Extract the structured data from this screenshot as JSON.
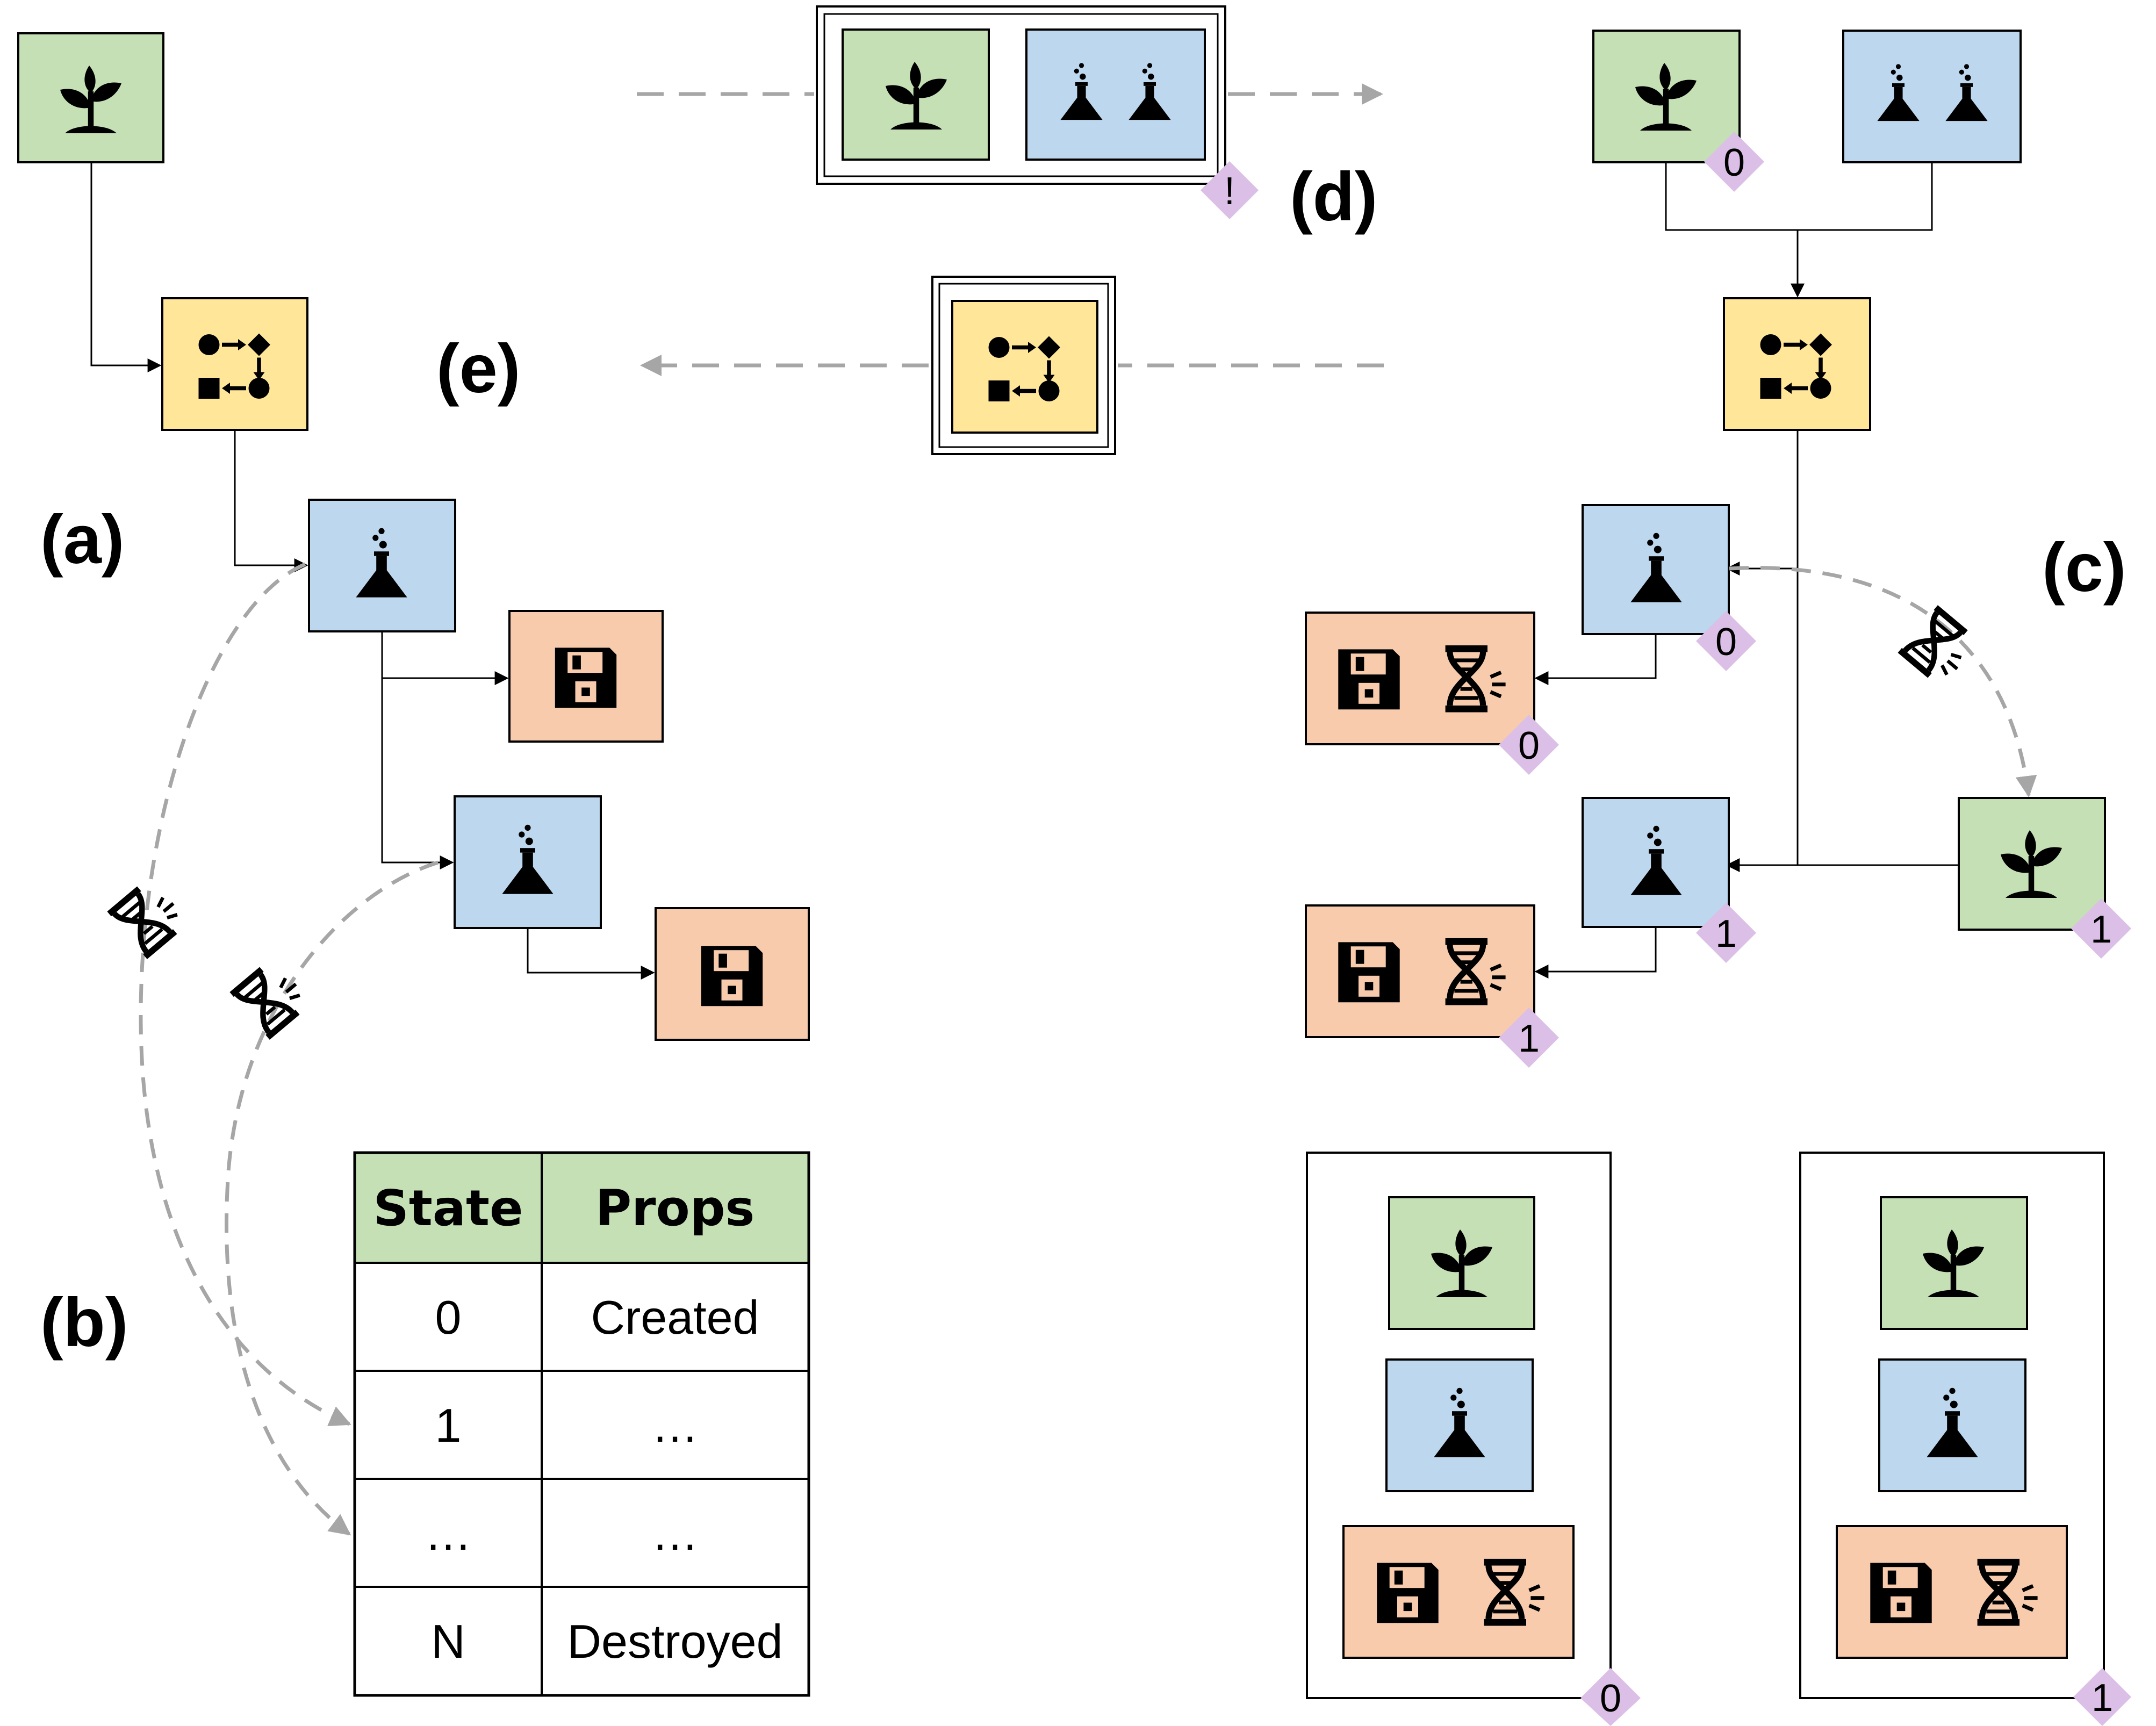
{
  "colors": {
    "plant": "#c5e0b4",
    "experiment": "#bdd7ee",
    "workflow": "#ffe699",
    "data": "#f8cbad",
    "badge": "#dcbfe6",
    "table_header": "#c5e0b4",
    "dashed": "#a6a6a6"
  },
  "labels": {
    "a": "(a)",
    "b": "(b)",
    "c": "(c)",
    "d": "(d)",
    "e": "(e)"
  },
  "badges": {
    "warning": "!",
    "c_plant_top": "0",
    "c_exp0": "0",
    "c_data0": "0",
    "c_exp1": "1",
    "c_plant1": "1",
    "c_data1": "1",
    "group0": "0",
    "group1": "1"
  },
  "table": {
    "headers": [
      "State",
      "Props"
    ],
    "rows": [
      [
        "0",
        "Created"
      ],
      [
        "1",
        "…"
      ],
      [
        "…",
        "…"
      ],
      [
        "N",
        "Destroyed"
      ]
    ]
  },
  "icons": {
    "plant": "plant-icon",
    "experiment": "flask-icon",
    "workflow": "workflow-icon",
    "data": "floppy-disk-icon",
    "dna": "dna-icon"
  }
}
